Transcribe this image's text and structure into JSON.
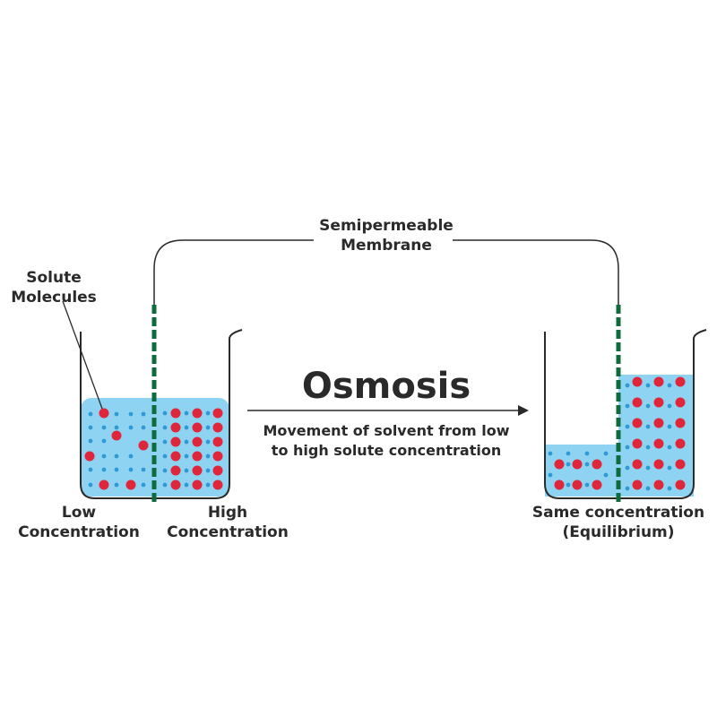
{
  "title": "Osmosis",
  "subtitle": [
    "Movement of solvent from low",
    "to high solute concentration"
  ],
  "labels": {
    "membrane": [
      "Semipermeable",
      "Membrane"
    ],
    "solute": [
      "Solute",
      "Molecules"
    ],
    "low": [
      "Low",
      "Concentration"
    ],
    "high": [
      "High",
      "Concentration"
    ],
    "equilibrium": [
      "Same concentration",
      "(Equilibrium)"
    ]
  },
  "colors": {
    "water": "#8fd3f2",
    "solvent_dot": "#2f9ad6",
    "solute": "#e0263a",
    "membrane": "#0e6b3e",
    "outline": "#2a2a2a"
  }
}
